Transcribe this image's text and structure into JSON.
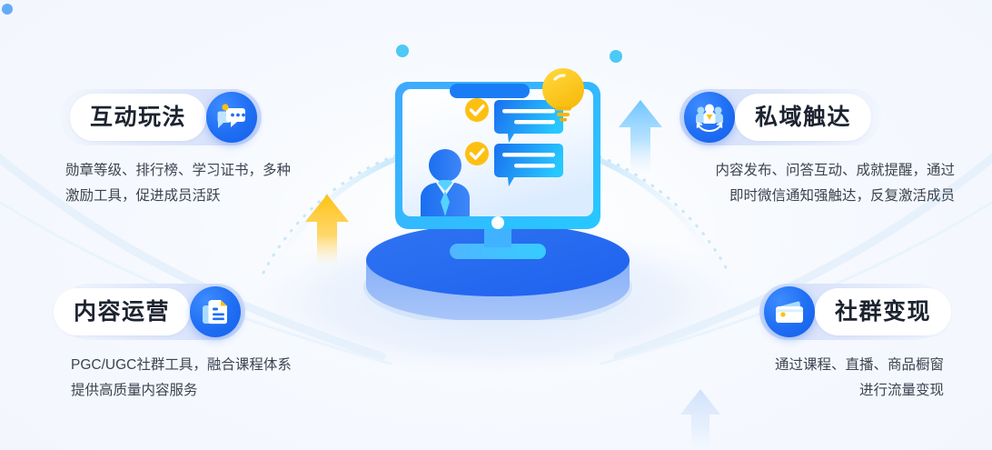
{
  "background": {
    "base_color": "#f4f7fd",
    "accent_blue": "#1f6ef3",
    "accent_cyan": "#29c2ff",
    "accent_yellow": "#fdc012"
  },
  "cards": [
    {
      "id": "interactive",
      "title": "互动玩法",
      "icon": "chat-bubbles-icon",
      "icon_side": "right",
      "desc_line1": "勋章等级、排行榜、学习证书，多种",
      "desc_line2": "激励工具，促进成员活跃",
      "align": "left"
    },
    {
      "id": "private",
      "title": "私域触达",
      "icon": "people-group-icon",
      "icon_side": "left",
      "desc_line1": "内容发布、问答互动、成就提醒，通过",
      "desc_line2": "即时微信通知强触达，反复激活成员",
      "align": "right"
    },
    {
      "id": "content",
      "title": "内容运营",
      "icon": "documents-icon",
      "icon_side": "right",
      "desc_line1": "PGC/UGC社群工具，融合课程体系",
      "desc_line2": "提供高质量内容服务",
      "align": "left"
    },
    {
      "id": "monetize",
      "title": "社群变现",
      "icon": "wallet-icon",
      "icon_side": "left",
      "desc_line1": "通过课程、直播、商品橱窗",
      "desc_line2": "进行流量变现",
      "align": "right"
    }
  ],
  "illustration": {
    "name": "monitor-on-pedestal",
    "elements": [
      "desktop-monitor",
      "lightbulb-icon",
      "chat-bubble-1",
      "chat-bubble-2",
      "checkmark-1",
      "checkmark-2",
      "person-avatar",
      "cylinder-pedestal"
    ]
  },
  "decor": {
    "arrows": [
      {
        "name": "arrow-up-yellow",
        "color": "#fdc012"
      },
      {
        "name": "arrow-up-blue",
        "color": "#7cc8ff"
      },
      {
        "name": "arrow-up-pale",
        "color": "#cfe0fb"
      }
    ],
    "arcs": [
      {
        "name": "arc-solid",
        "color": "#d6ecfb"
      },
      {
        "name": "arc-dotted",
        "color": "#c8e8fa"
      }
    ],
    "dots": [
      {
        "name": "arc-dot-left",
        "color": "#4cc9f5"
      },
      {
        "name": "arc-dot-right",
        "color": "#4cc9f5"
      }
    ]
  }
}
